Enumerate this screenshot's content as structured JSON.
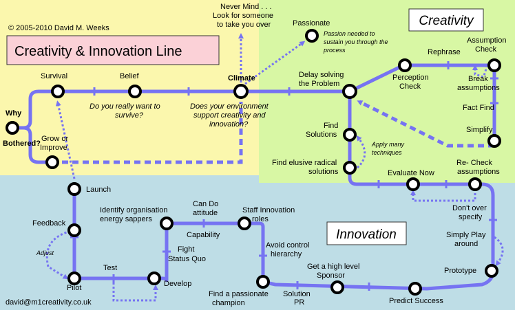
{
  "title": "Creativity & Innovation Line",
  "copyright": "© 2005-2010 David M. Weeks",
  "email": "david@m1creativity.co.uk",
  "zones": {
    "creativity": "Creativity",
    "innovation": "Innovation"
  },
  "colors": {
    "yellow_zone": "#fbf7ad",
    "green_zone": "#d8f7a4",
    "blue_zone": "#bedde6",
    "line": "#7673f2",
    "title_box": "#fbd1d7"
  },
  "stations": {
    "why": "Why",
    "bothered": "Bothered?",
    "survival": "Survival",
    "grow": "Grow or",
    "improve": "Improve",
    "belief": "Belief",
    "climate": "Climate",
    "never_mind_1": "Never Mind . . .",
    "never_mind_2": "Look for someone",
    "never_mind_3": "to take you over",
    "passionate": "Passionate",
    "delay_1": "Delay solving",
    "delay_2": "the Problem",
    "perception_1": "Perception",
    "perception_2": "Check",
    "rephrase": "Rephrase",
    "assumption_1": "Assumption",
    "assumption_2": "Check",
    "break_1": "Break",
    "break_2": "assumptions",
    "fact_find": "Fact Find",
    "simplify": "Simplify",
    "find_solutions_1": "Find",
    "find_solutions_2": "Solutions",
    "find_radical_1": "Find elusive radical",
    "find_radical_2": "solutions",
    "evaluate_now": "Evaluate Now",
    "recheck_1": "Re- Check",
    "recheck_2": "assumptions",
    "dont_over_1": "Don't over",
    "dont_over_2": "specify",
    "simply_play_1": "Simply Play",
    "simply_play_2": "around",
    "prototype": "Prototype",
    "predict_success": "Predict Success",
    "solution_1": "Solution",
    "solution_2": "PR",
    "high_level_1": "Get a high level",
    "high_level_2": "Sponsor",
    "avoid_1": "Avoid control",
    "avoid_2": "hierarchy",
    "staff_1": "Staff Innovation",
    "staff_2": "roles",
    "passionate_champion_1": "Find a passionate",
    "passionate_champion_2": "champion",
    "can_do_1": "Can Do",
    "can_do_2": "attitude",
    "capability": "Capability",
    "identify_1": "Identify organisation",
    "identify_2": "energy sappers",
    "fight_1": "Fight",
    "fight_2": "Status Quo",
    "develop": "Develop",
    "test": "Test",
    "pilot": "Pilot",
    "feedback": "Feedback",
    "adjust": "Adjust",
    "launch": "Launch"
  },
  "notes": {
    "survive_1": "Do you really want to",
    "survive_2": "survive?",
    "climate_1": "Does your environment",
    "climate_2": "support creativity and",
    "climate_3": "innovation?",
    "passion_1": "Passion needed to",
    "passion_2": "sustain you through the",
    "passion_3": "process",
    "apply_1": "Apply many",
    "apply_2": "techniques"
  }
}
